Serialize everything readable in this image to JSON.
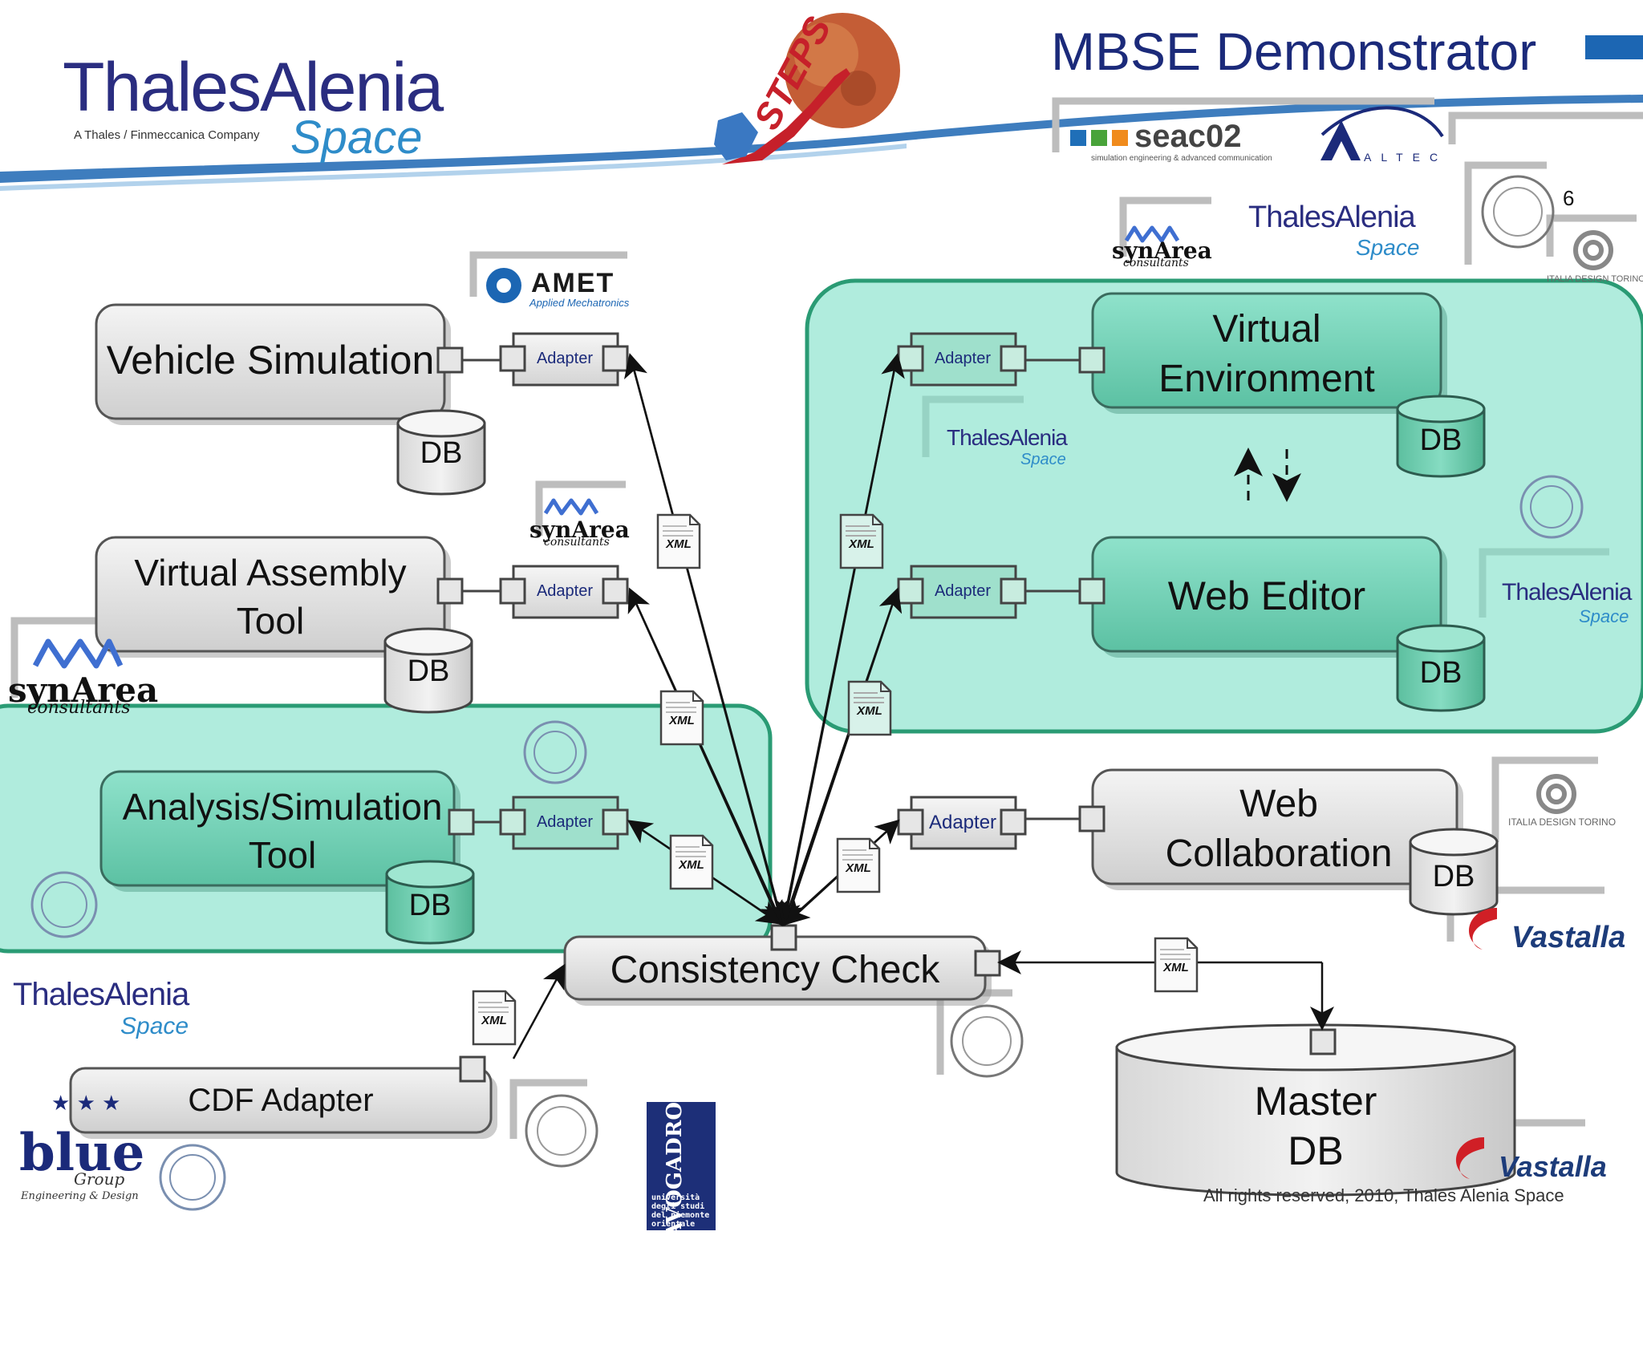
{
  "header": {
    "title": "MBSE Demonstrator",
    "page_number": "6",
    "footer": "All rights reserved, 2010, Thales Alenia Space"
  },
  "brand": {
    "name": "ThalesAlenia",
    "tagline": "A Thales / Finmeccanica Company",
    "space": "Space"
  },
  "logos": {
    "steps": "STEPS",
    "seac": "seac02",
    "seac_sub": "simulation engineering & advanced communication",
    "altec": "ALTEC",
    "amet": "AMET",
    "amet_sub": "Applied Mechatronics",
    "synarea": "synArea",
    "synarea_sub": "consultants",
    "vastalla": "Vastalla",
    "italia_design": "ITALIA DESIGN TORINO",
    "blue": "blue",
    "blue_group": "Group",
    "blue_sub": "Engineering & Design",
    "avogadro": "AMEDEO AVOGADRO",
    "avogadro_sub": "università degli studi del piemonte orientale"
  },
  "components": {
    "vehicle_sim": "Vehicle Simulation",
    "virtual_assembly_1": "Virtual Assembly",
    "virtual_assembly_2": "Tool",
    "analysis_1": "Analysis/Simulation",
    "analysis_2": "Tool",
    "virtual_env_1": "Virtual",
    "virtual_env_2": "Environment",
    "web_editor": "Web Editor",
    "web_collab_1": "Web",
    "web_collab_2": "Collaboration",
    "consistency": "Consistency Check",
    "cdf": "CDF Adapter",
    "master_1": "Master",
    "master_2": "DB",
    "db": "DB",
    "adapter": "Adapter",
    "xml": "XML"
  },
  "colors": {
    "title": "#1b2a7a",
    "accent_blue": "#1c66b3",
    "teal_region": "#7fe0c8",
    "teal_border": "#2a9b74",
    "box_gray": "#d9d9d9",
    "box_teal": "#6fcdb2"
  }
}
